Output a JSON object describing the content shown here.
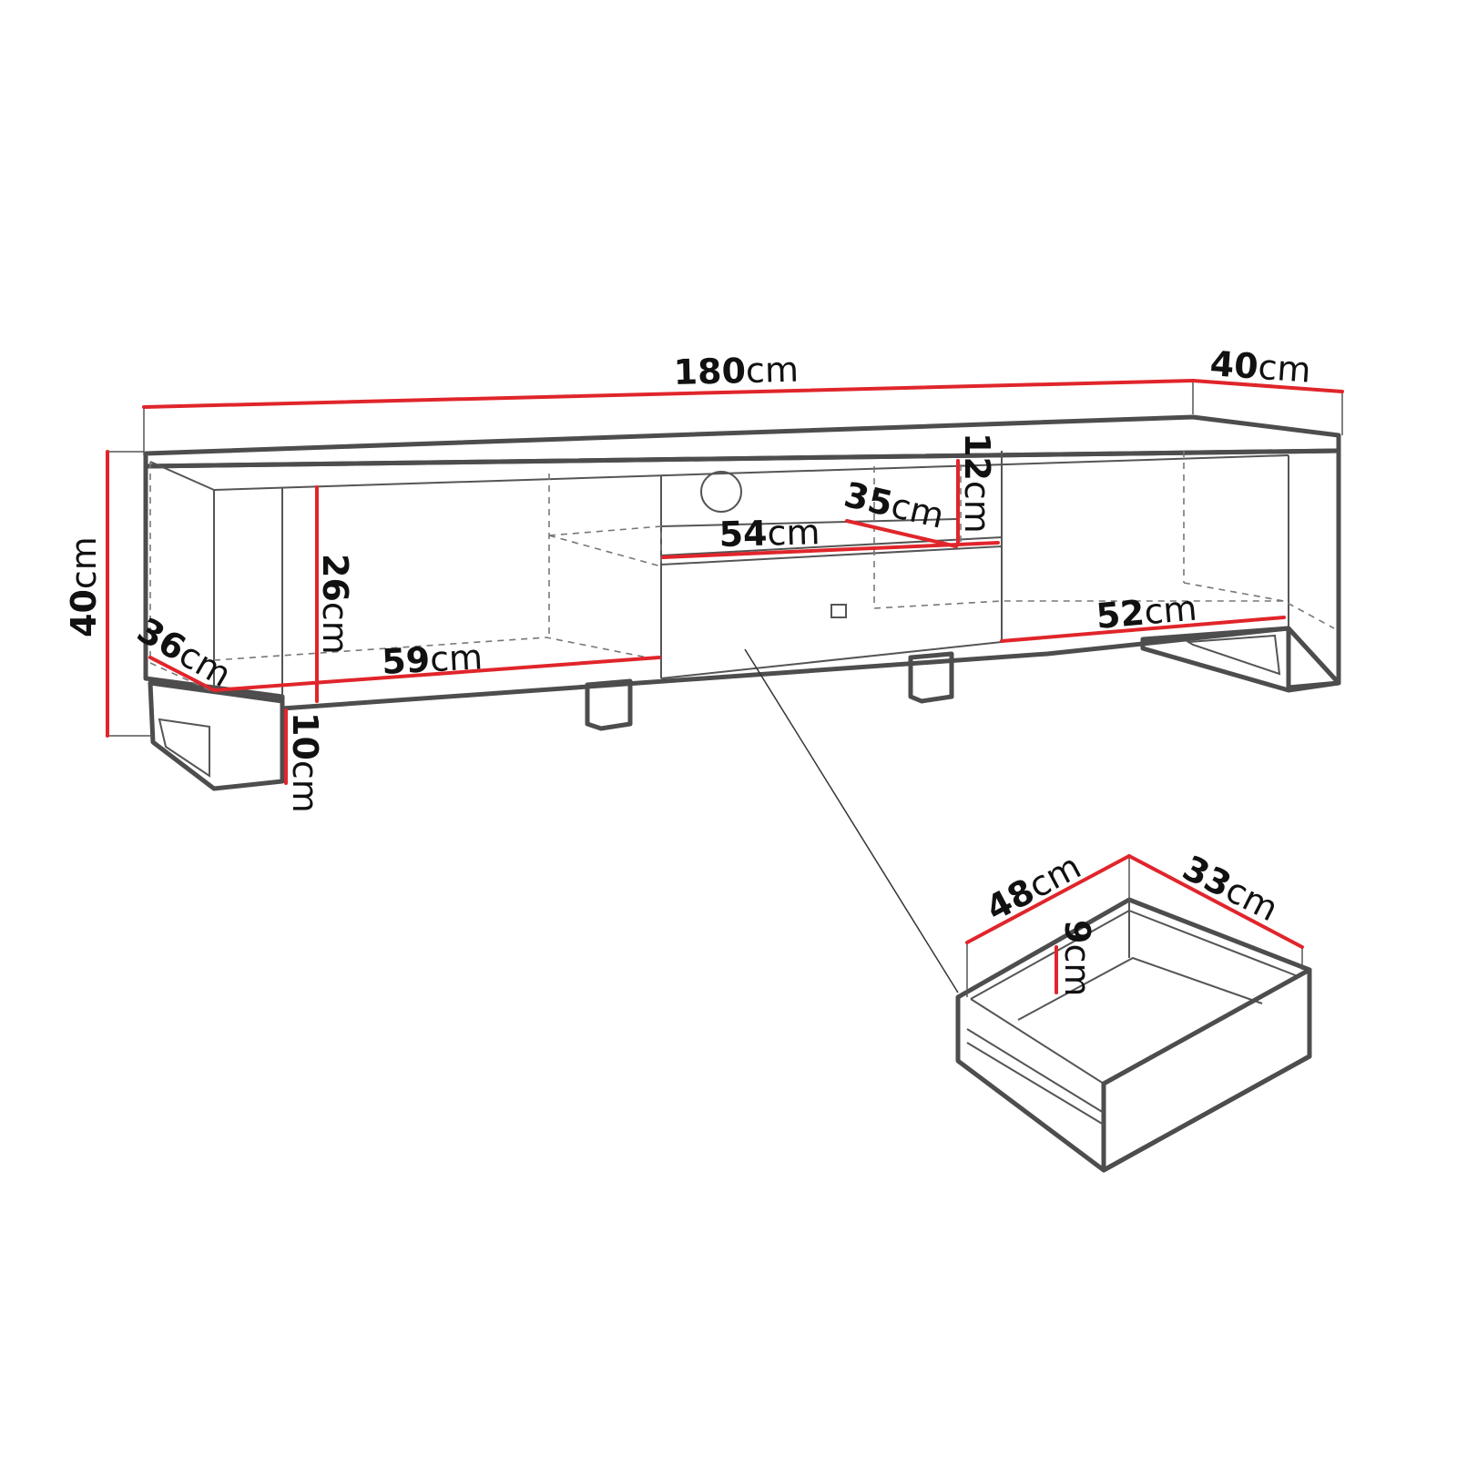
{
  "colors": {
    "dimension": "#e0252b",
    "outline": "#4d4d4d",
    "background": "#ffffff"
  },
  "unit": "cm",
  "dimensions": {
    "total_width": "180",
    "depth_top": "40",
    "height": "40",
    "side_depth": "36",
    "compartment_height": "26",
    "leg_height": "10",
    "left_shelf_width": "59",
    "middle_shelf_width": "54",
    "middle_shelf_depth": "35",
    "middle_opening_height": "12",
    "right_shelf_width": "52",
    "drawer_width": "48",
    "drawer_depth": "33",
    "drawer_height": "9"
  }
}
